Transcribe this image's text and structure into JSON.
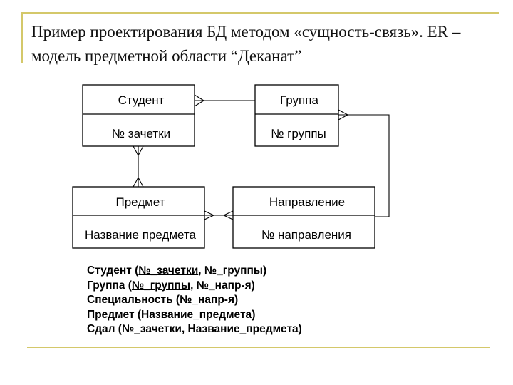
{
  "title": {
    "line1": "Пример проектирования БД методом «сущность-связь». ER –",
    "line2": "модель предметной области “Деканат”"
  },
  "entities": {
    "student": {
      "name": "Студент",
      "key": "№ зачетки"
    },
    "group": {
      "name": "Группа",
      "key": "№ группы"
    },
    "subject": {
      "name": "Предмет",
      "key": "Название предмета"
    },
    "direction": {
      "name": "Направление",
      "key": "№ направления"
    }
  },
  "schema": [
    {
      "name": "Студент",
      "open": " (",
      "key": "№_зачетки",
      "rest": ", №_группы)"
    },
    {
      "name": "Группа",
      "open": " (",
      "key": "№_группы",
      "rest": ", №_напр-я)"
    },
    {
      "name": "Специальность",
      "open": " (",
      "key": "№_напр-я",
      "rest": ")"
    },
    {
      "name": "Предмет",
      "open": " (",
      "key": "Название_предмета",
      "rest": ")"
    },
    {
      "name": "Сдал",
      "open": " (",
      "key": "",
      "rest": "№_зачетки, Название_предмета)"
    }
  ]
}
